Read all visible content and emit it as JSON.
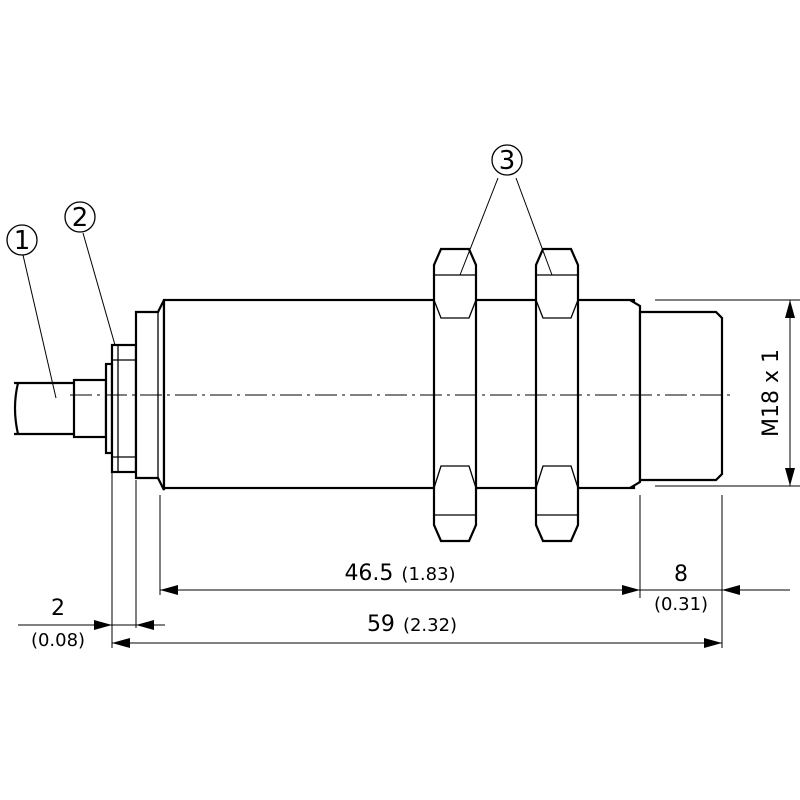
{
  "callouts": {
    "c1": "1",
    "c2": "2",
    "c3": "3"
  },
  "dimensions": {
    "d_46_5": {
      "main": "46.5",
      "sub": "(1.83)"
    },
    "d_59": {
      "main": "59",
      "sub": "(2.32)"
    },
    "d_8": {
      "main": "8",
      "sub": "(0.31)"
    },
    "d_2": {
      "main": "2",
      "sub": "(0.08)"
    },
    "thread": "M18 x 1"
  }
}
